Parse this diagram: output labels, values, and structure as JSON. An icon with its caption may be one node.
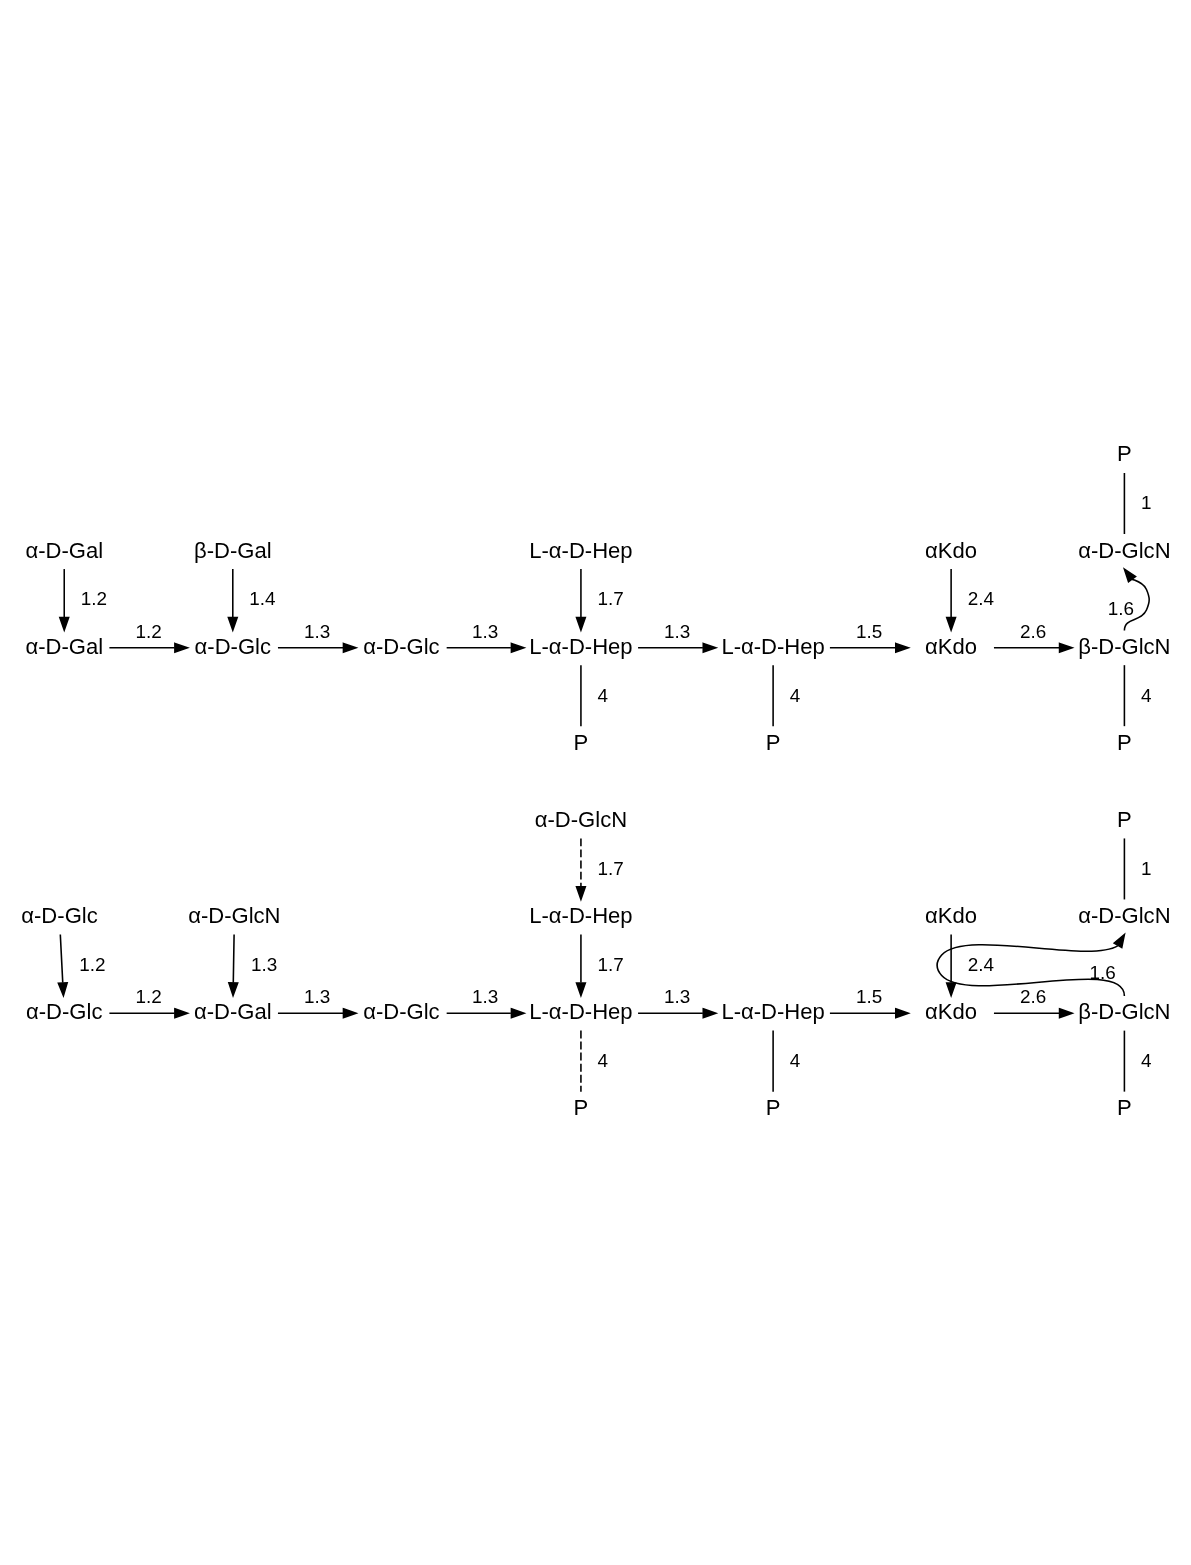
{
  "diagram": {
    "nodes": [
      {
        "text": [
          "α-D-Gal"
        ]
      },
      {
        "text": [
          "β-D-Gal"
        ]
      },
      {
        "text": [
          "L-α-D-Hep"
        ]
      },
      {
        "text": [
          "αKdo"
        ]
      },
      {
        "text": [
          "P"
        ]
      },
      {
        "text": [
          "α-D-GlcN"
        ]
      },
      {
        "text": [
          "α-D-Gal"
        ]
      },
      {
        "text": [
          "α-D-Glc"
        ]
      },
      {
        "text": [
          "α-D-Glc"
        ]
      },
      {
        "text": [
          "L-α-D-Hep"
        ]
      },
      {
        "text": [
          "L-α-D-Hep"
        ]
      },
      {
        "text": [
          "αKdo"
        ]
      },
      {
        "text": [
          "β-D-GlcN"
        ]
      },
      {
        "text": [
          "P"
        ]
      },
      {
        "text": [
          "P"
        ]
      },
      {
        "text": [
          "P"
        ]
      },
      {
        "text": [
          "α-D-GlcN"
        ]
      },
      {
        "text": [
          "P"
        ]
      },
      {
        "text": [
          "α-D-Glc"
        ]
      },
      {
        "text": [
          "α-D-GlcN"
        ]
      },
      {
        "text": [
          "L-α-D-Hep"
        ]
      },
      {
        "text": [
          "αKdo"
        ]
      },
      {
        "text": [
          "α-D-GlcN"
        ]
      },
      {
        "text": [
          "α-D-Glc"
        ]
      },
      {
        "text": [
          "α-D-Gal"
        ]
      },
      {
        "text": [
          "α-D-Glc"
        ]
      },
      {
        "text": [
          "L-α-D-Hep"
        ]
      },
      {
        "text": [
          "L-α-D-Hep"
        ]
      },
      {
        "text": [
          "αKdo"
        ]
      },
      {
        "text": [
          "β-D-GlcN"
        ]
      },
      {
        "text": [
          "P"
        ]
      },
      {
        "text": [
          "P"
        ]
      },
      {
        "text": [
          "P"
        ]
      }
    ],
    "edges": [
      {
        "from": 0,
        "to": 6,
        "arrow": "to",
        "label": "1.2"
      },
      {
        "from": 1,
        "to": 7,
        "arrow": "to",
        "label": "1.4"
      },
      {
        "from": 2,
        "to": 9,
        "arrow": "to",
        "label": "1.7"
      },
      {
        "from": 3,
        "to": 11,
        "arrow": "to",
        "label": "2.4"
      },
      {
        "from": 4,
        "to": 5,
        "arrow": "none",
        "label": "1"
      },
      {
        "from": 12,
        "to": 5,
        "arrow": "to",
        "label": "1.6"
      },
      {
        "from": 6,
        "to": 7,
        "arrow": "to",
        "label": "1.2"
      },
      {
        "from": 7,
        "to": 8,
        "arrow": "to",
        "label": "1.3"
      },
      {
        "from": 8,
        "to": 9,
        "arrow": "to",
        "label": "1.3"
      },
      {
        "from": 9,
        "to": 10,
        "arrow": "to",
        "label": "1.3"
      },
      {
        "from": 10,
        "to": 11,
        "arrow": "to",
        "label": "1.5"
      },
      {
        "from": 11,
        "to": 12,
        "arrow": "to",
        "label": "2.6"
      },
      {
        "from": 9,
        "to": 13,
        "arrow": "none",
        "label": "4"
      },
      {
        "from": 10,
        "to": 14,
        "arrow": "none",
        "label": "4"
      },
      {
        "from": 12,
        "to": 15,
        "arrow": "none",
        "label": "4"
      },
      {
        "from": 16,
        "to": 20,
        "arrow": "to",
        "label": "1.7",
        "style": "dashed"
      },
      {
        "from": 17,
        "to": 22,
        "arrow": "none",
        "label": "1"
      },
      {
        "from": 18,
        "to": 23,
        "arrow": "to",
        "label": "1.2"
      },
      {
        "from": 19,
        "to": 24,
        "arrow": "to",
        "label": "1.3"
      },
      {
        "from": 20,
        "to": 26,
        "arrow": "to",
        "label": "1.7"
      },
      {
        "from": 21,
        "to": 28,
        "arrow": "to",
        "label": "2.4"
      },
      {
        "from": 29,
        "to": 22,
        "arrow": "to",
        "label": "1.6"
      },
      {
        "from": 23,
        "to": 24,
        "arrow": "to",
        "label": "1.2"
      },
      {
        "from": 24,
        "to": 25,
        "arrow": "to",
        "label": "1.3"
      },
      {
        "from": 25,
        "to": 26,
        "arrow": "to",
        "label": "1.3"
      },
      {
        "from": 26,
        "to": 27,
        "arrow": "to",
        "label": "1.3"
      },
      {
        "from": 27,
        "to": 28,
        "arrow": "to",
        "label": "1.5"
      },
      {
        "from": 28,
        "to": 29,
        "arrow": "to",
        "label": "2.6"
      },
      {
        "from": 26,
        "to": 30,
        "arrow": "none",
        "label": "4",
        "style": "dashed"
      },
      {
        "from": 27,
        "to": 31,
        "arrow": "none",
        "label": "4"
      },
      {
        "from": 29,
        "to": 32,
        "arrow": "none",
        "label": "4"
      }
    ]
  }
}
